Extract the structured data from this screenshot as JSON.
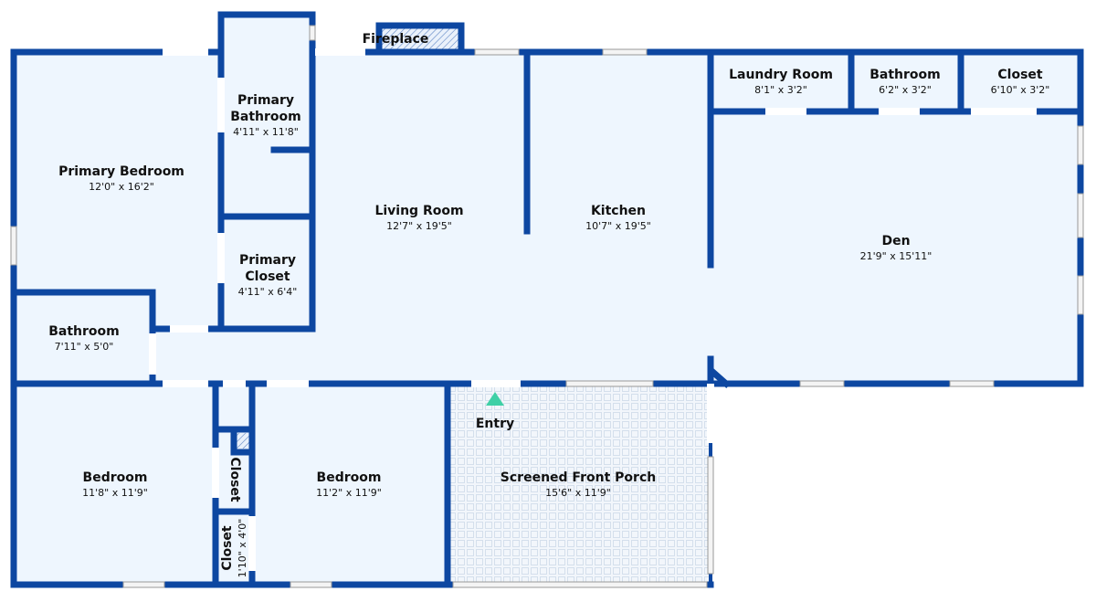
{
  "colors": {
    "wall": "#0d47a1",
    "floor": "#eef6fe",
    "entry": "#3fd0a6"
  },
  "rooms": {
    "primary_bedroom": {
      "name": "Primary Bedroom",
      "dim": "12'0\" x 16'2\""
    },
    "primary_bathroom": {
      "name1": "Primary",
      "name2": "Bathroom",
      "dim": "4'11\" x 11'8\""
    },
    "primary_closet": {
      "name1": "Primary",
      "name2": "Closet",
      "dim": "4'11\" x 6'4\""
    },
    "living_room": {
      "name": "Living Room",
      "dim": "12'7\" x 19'5\""
    },
    "kitchen": {
      "name": "Kitchen",
      "dim": "10'7\" x 19'5\""
    },
    "laundry_room": {
      "name": "Laundry Room",
      "dim": "8'1\" x 3'2\""
    },
    "bathroom_top": {
      "name": "Bathroom",
      "dim": "6'2\" x 3'2\""
    },
    "closet_top": {
      "name": "Closet",
      "dim": "6'10\" x 3'2\""
    },
    "den": {
      "name": "Den",
      "dim": "21'9\" x 15'11\""
    },
    "bathroom": {
      "name": "Bathroom",
      "dim": "7'11\" x 5'0\""
    },
    "bedroom_left": {
      "name": "Bedroom",
      "dim": "11'8\" x 11'9\""
    },
    "bedroom_right": {
      "name": "Bedroom",
      "dim": "11'2\" x 11'9\""
    },
    "closet_small": {
      "name": "Closet"
    },
    "closet_lower": {
      "name": "Closet",
      "dim": "1'10\" x 4'0\""
    },
    "porch": {
      "name": "Screened Front Porch",
      "dim": "15'6\" x 11'9\""
    }
  },
  "fireplace": "Fireplace",
  "entry": "Entry"
}
